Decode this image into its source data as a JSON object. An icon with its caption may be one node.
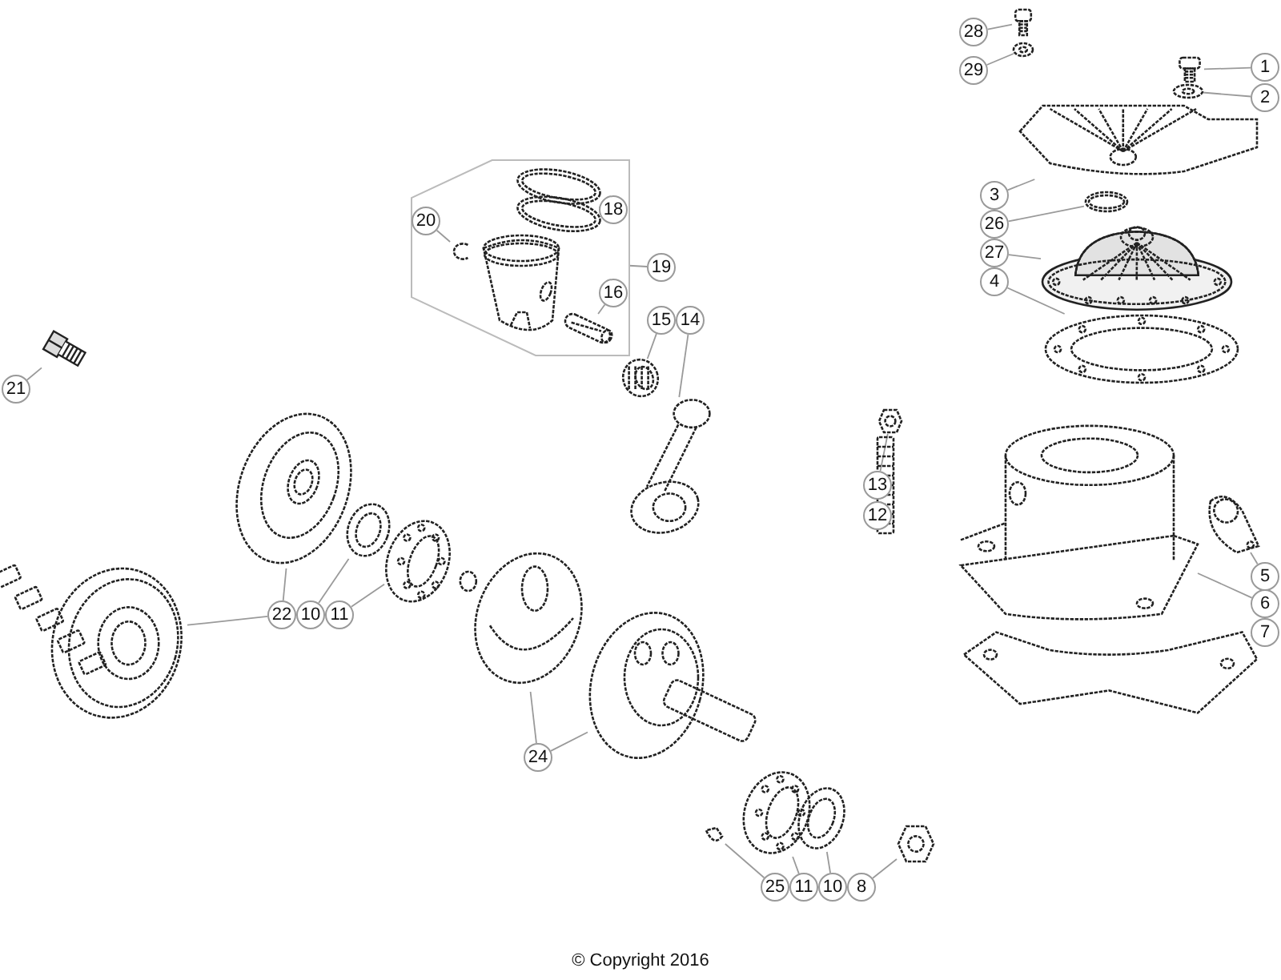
{
  "diagram": {
    "nodes": [
      {
        "text": [
          "28"
        ]
      },
      {
        "text": [
          "29"
        ]
      },
      {
        "text": [
          "1"
        ]
      },
      {
        "text": [
          "2"
        ]
      },
      {
        "text": [
          "3"
        ]
      },
      {
        "text": [
          "26"
        ]
      },
      {
        "text": [
          "27"
        ]
      },
      {
        "text": [
          "4"
        ]
      },
      {
        "text": [
          "20"
        ],
        "in": 39
      },
      {
        "text": [
          "18"
        ],
        "in": 39
      },
      {
        "text": [
          "19"
        ]
      },
      {
        "text": [
          "16"
        ],
        "in": 39
      },
      {
        "text": [
          "15"
        ]
      },
      {
        "text": [
          "14"
        ]
      },
      {
        "text": [
          "21"
        ]
      },
      {
        "text": [
          "13"
        ]
      },
      {
        "text": [
          "12"
        ]
      },
      {
        "text": [
          "5"
        ]
      },
      {
        "text": [
          "6"
        ]
      },
      {
        "text": [
          "7"
        ]
      },
      {
        "text": [
          "22"
        ]
      },
      {
        "text": [
          "10"
        ]
      },
      {
        "text": [
          "11"
        ]
      },
      {
        "text": [
          "24"
        ]
      },
      {
        "text": [
          "25"
        ]
      },
      {
        "text": [
          "11"
        ]
      },
      {
        "text": [
          "10"
        ]
      },
      {
        "text": [
          "8"
        ]
      },
      {
        "text": [],
        "shape": "picture"
      },
      {
        "text": [],
        "shape": "picture"
      },
      {
        "text": [],
        "shape": "picture"
      },
      {
        "text": [],
        "shape": "picture"
      },
      {
        "text": [],
        "shape": "picture"
      },
      {
        "text": [],
        "shape": "picture"
      },
      {
        "text": [],
        "shape": "picture"
      },
      {
        "text": [],
        "shape": "picture"
      },
      {
        "text": [],
        "shape": "picture"
      },
      {
        "text": [],
        "shape": "picture"
      },
      {
        "text": [],
        "shape": "picture"
      },
      {
        "text": [],
        "shape": "hexagon"
      },
      {
        "text": [],
        "shape": "picture",
        "in": 39
      },
      {
        "text": [],
        "shape": "picture",
        "in": 39
      },
      {
        "text": [],
        "shape": "picture",
        "in": 39
      },
      {
        "text": [],
        "shape": "picture"
      },
      {
        "text": [],
        "shape": "picture"
      },
      {
        "text": [],
        "shape": "picture"
      },
      {
        "text": [],
        "shape": "picture"
      },
      {
        "text": [],
        "shape": "picture"
      },
      {
        "text": [],
        "shape": "picture"
      },
      {
        "text": [],
        "shape": "picture"
      },
      {
        "text": [],
        "shape": "picture"
      },
      {
        "text": [],
        "shape": "picture"
      },
      {
        "text": [],
        "shape": "picture"
      },
      {
        "text": [],
        "shape": "picture"
      },
      {
        "text": [],
        "shape": "picture"
      },
      {
        "text": [],
        "shape": "picture"
      },
      {
        "text": [],
        "shape": "picture"
      },
      {
        "text": [],
        "shape": "picture"
      }
    ],
    "edges": [
      {
        "from": 0,
        "to": 28,
        "arrow": "none"
      },
      {
        "from": 1,
        "to": 29,
        "arrow": "none"
      },
      {
        "from": 2,
        "to": 30,
        "arrow": "none"
      },
      {
        "from": 3,
        "to": 31,
        "arrow": "none"
      },
      {
        "from": 4,
        "to": 32,
        "arrow": "none"
      },
      {
        "from": 5,
        "to": 33,
        "arrow": "none"
      },
      {
        "from": 6,
        "to": 34,
        "arrow": "none"
      },
      {
        "from": 7,
        "to": 35,
        "arrow": "none"
      },
      {
        "from": 8,
        "to": 41,
        "arrow": "none"
      },
      {
        "from": 9,
        "to": 40,
        "arrow": "none"
      },
      {
        "from": 10,
        "to": 39,
        "arrow": "none"
      },
      {
        "from": 11,
        "to": 42,
        "arrow": "none"
      },
      {
        "from": 12,
        "to": 43,
        "arrow": "none"
      },
      {
        "from": 13,
        "to": 44,
        "arrow": "none"
      },
      {
        "from": 14,
        "to": 47,
        "arrow": "none"
      },
      {
        "from": 15,
        "to": 45,
        "arrow": "none"
      },
      {
        "from": 16,
        "to": 46,
        "arrow": "none"
      },
      {
        "from": 17,
        "to": 37,
        "arrow": "none"
      },
      {
        "from": 18,
        "to": 36,
        "arrow": "none"
      },
      {
        "from": 19,
        "to": 38,
        "arrow": "none"
      },
      {
        "from": 20,
        "to": 48,
        "arrow": "none"
      },
      {
        "from": 20,
        "to": 49,
        "arrow": "none"
      },
      {
        "from": 21,
        "to": 50,
        "arrow": "none"
      },
      {
        "from": 22,
        "to": 51,
        "arrow": "none"
      },
      {
        "from": 23,
        "to": 52,
        "arrow": "none"
      },
      {
        "from": 23,
        "to": 53,
        "arrow": "none"
      },
      {
        "from": 24,
        "to": 54,
        "arrow": "none"
      },
      {
        "from": 25,
        "to": 55,
        "arrow": "none"
      },
      {
        "from": 26,
        "to": 56,
        "arrow": "none"
      },
      {
        "from": 27,
        "to": 57,
        "arrow": "none"
      }
    ],
    "labels": [
      "© Copyright 2016"
    ]
  }
}
